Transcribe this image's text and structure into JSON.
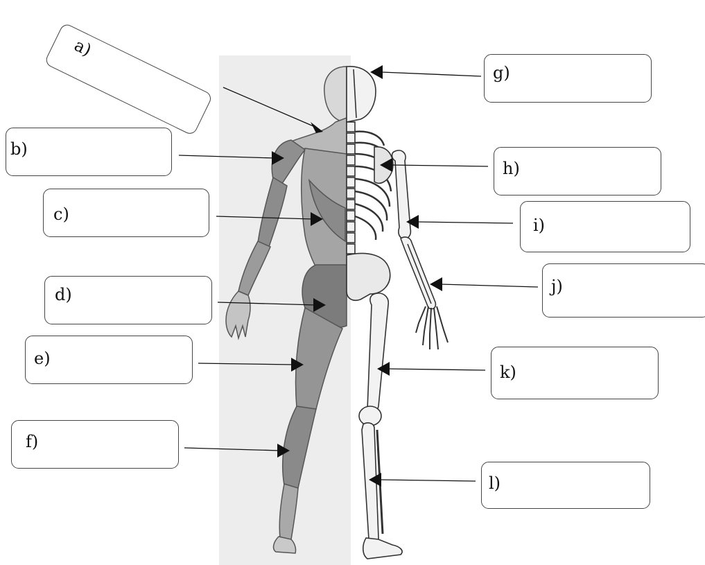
{
  "labels": {
    "a": "a)",
    "b": "b)",
    "c": "c)",
    "d": "d)",
    "e": "e)",
    "f": "f)",
    "g": "g)",
    "h": "h)",
    "i": "i)",
    "j": "j)",
    "k": "k)",
    "l": "l)"
  },
  "colors": {
    "figure_backdrop": "#ededed",
    "muscle_shade": "#9a9a9a",
    "bone_shade": "#f2f2f2",
    "outline": "#333333",
    "arrow": "#111111"
  },
  "icons": {
    "figure": "human-anatomy-back-view-muscle-skeleton",
    "pointer": "arrow-head"
  }
}
